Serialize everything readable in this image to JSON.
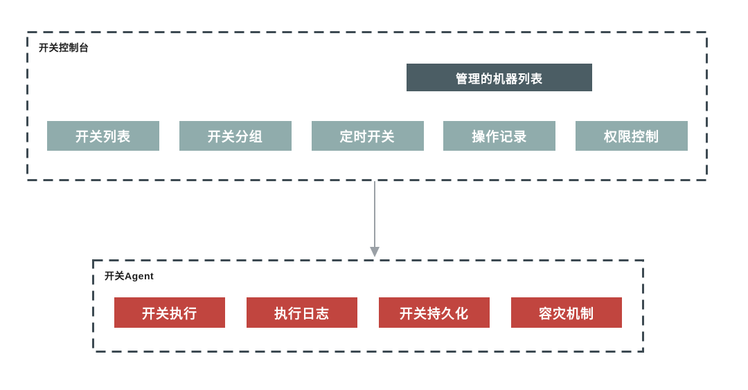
{
  "colors": {
    "canvas_bg": "#ffffff",
    "panel_border": "#3d4a52",
    "console_module_bg": "#90acac",
    "machine_list_bg": "#4b5d64",
    "agent_module_bg": "#c1453f",
    "module_text": "#ffffff",
    "panel_title_text": "#1c1c1c",
    "arrow": "#9aa0a6"
  },
  "console_panel": {
    "title": "开关控制台",
    "machine_list_label": "管理的机器列表",
    "modules": [
      {
        "label": "开关列表"
      },
      {
        "label": "开关分组"
      },
      {
        "label": "定时开关"
      },
      {
        "label": "操作记录"
      },
      {
        "label": "权限控制"
      }
    ]
  },
  "agent_panel": {
    "title": "开关Agent",
    "modules": [
      {
        "label": "开关执行"
      },
      {
        "label": "执行日志"
      },
      {
        "label": "开关持久化"
      },
      {
        "label": "容灾机制"
      }
    ]
  }
}
